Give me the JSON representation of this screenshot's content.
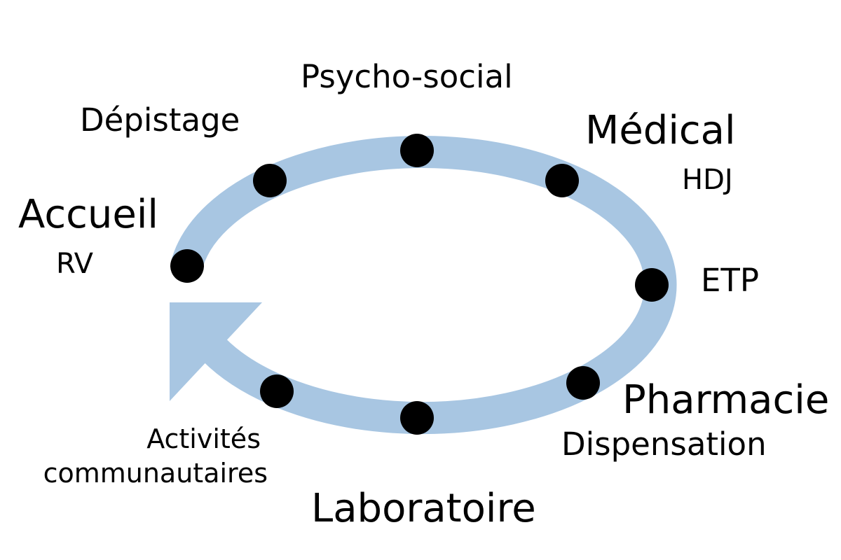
{
  "colors": {
    "ring": "#a8c6e2",
    "node": "#000000",
    "text": "#000000",
    "background": "#ffffff"
  },
  "labels": {
    "accueil": "Accueil",
    "rv": "RV",
    "depistage": "Dépistage",
    "psycho_social": "Psycho-social",
    "medical": "Médical",
    "hdj": "HDJ",
    "etp": "ETP",
    "pharmacie": "Pharmacie",
    "dispensation": "Dispensation",
    "laboratoire": "Laboratoire",
    "activites_line1": "Activités",
    "activites_line2": "communautaires"
  }
}
